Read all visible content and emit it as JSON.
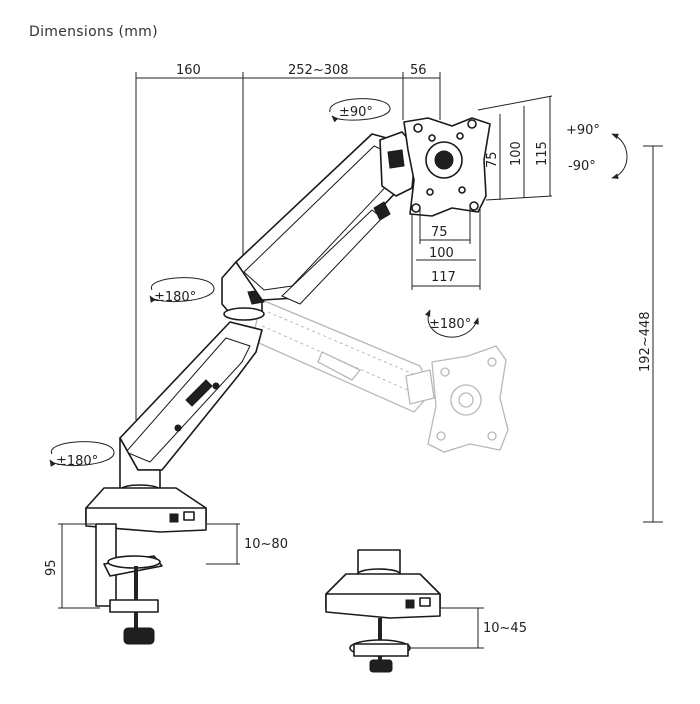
{
  "title": "Dimensions (mm)",
  "dimensions": {
    "arm_seg_1": "160",
    "arm_seg_2": "252~308",
    "vesa_offset": "56",
    "height_range": "192~448",
    "clamp_range": "10~80",
    "clamp_height": "95",
    "grommet_range": "10~45",
    "vesa_h_75": "75",
    "vesa_h_100": "100",
    "vesa_h_117": "117",
    "vesa_v_75": "75",
    "vesa_v_100": "100",
    "vesa_v_115": "115"
  },
  "rotations": {
    "base_swivel": "±180°",
    "elbow_swivel": "±180°",
    "head_swivel": "±90°",
    "rotate_plate": "±180°",
    "tilt_up": "+90°",
    "tilt_down": "-90°"
  }
}
